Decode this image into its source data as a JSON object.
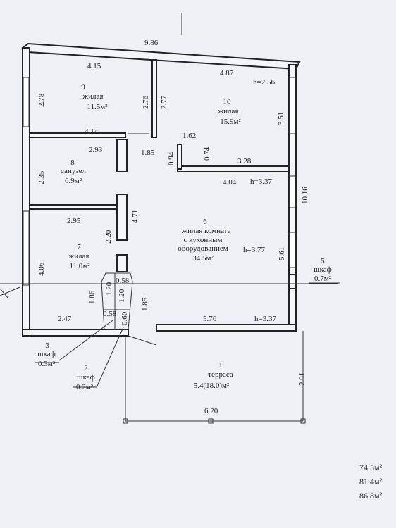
{
  "overall": {
    "top_width": "9.86",
    "right_height": "10.16",
    "terrace_width": "6.20",
    "terrace_depth": "2.91"
  },
  "rooms": [
    {
      "id": "room-9",
      "number": "9",
      "name": "жилая",
      "area": "11.5м²"
    },
    {
      "id": "room-10",
      "number": "10",
      "name": "жилая",
      "area": "15.9м²",
      "height": "h=2.56"
    },
    {
      "id": "room-8",
      "number": "8",
      "name": "санузел",
      "area": "6.9м²"
    },
    {
      "id": "room-6",
      "number": "6",
      "name_lines": [
        "жилая комната",
        "с кухонным",
        "оборудованием"
      ],
      "area": "34.5м²",
      "height": "h=3.77"
    },
    {
      "id": "room-7",
      "number": "7",
      "name": "жилая",
      "area": "11.0м²"
    },
    {
      "id": "room-5",
      "number": "5",
      "name": "шкаф",
      "area": "0.7м²"
    },
    {
      "id": "room-3",
      "number": "3",
      "name": "шкаф",
      "area": "0.3м²"
    },
    {
      "id": "room-2",
      "number": "2",
      "name": "шкаф",
      "area": "0.2м²"
    },
    {
      "id": "room-1",
      "number": "1",
      "name": "терраса",
      "area": "5.4(18.0)м²"
    }
  ],
  "dimensions": {
    "d415": "4.15",
    "d278": "2.78",
    "d276": "2.76",
    "d277": "2.77",
    "d487": "4.87",
    "h256": "h=2.56",
    "d351": "3.51",
    "d414": "4.14",
    "d162": "1.62",
    "d185a": "1.85",
    "d293": "2.93",
    "d235": "2.35",
    "d094": "0.94",
    "d074": "0.74",
    "d328": "3.28",
    "d404": "4.04",
    "h337a": "h=3.37",
    "d471": "4.71",
    "d295": "2.95",
    "d220": "2.20",
    "d561": "5.61",
    "d406": "4.06",
    "d058a": "0.58",
    "d120a": "1.20",
    "d186": "1.86",
    "d120b": "1.20",
    "d058b": "0.58",
    "d060": "0.60",
    "d185b": "1.85",
    "d247": "2.47",
    "d576": "5.76",
    "h337b": "h=3.37"
  },
  "totals": [
    "74.5м²",
    "81.4м²",
    "86.8м²"
  ]
}
